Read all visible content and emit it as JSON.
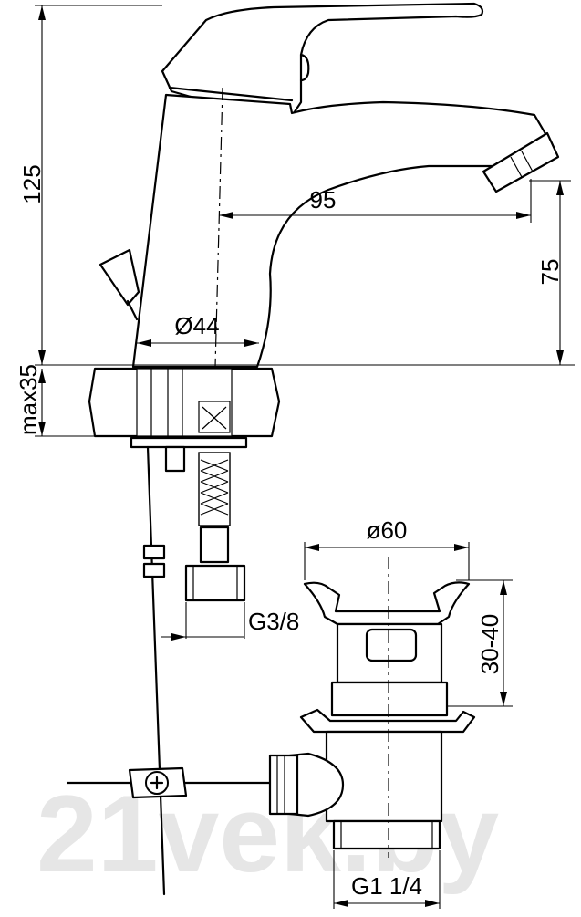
{
  "dimensions": {
    "height_total": "125",
    "spout_reach": "95",
    "spout_height": "75",
    "body_diameter": "Ø44",
    "counter_thickness": "max35",
    "hose_thread": "G3/8",
    "waste_diameter": "ø60",
    "waste_adjust": "30-40",
    "waste_thread": "G1 1/4"
  },
  "watermark": "21vek.by"
}
